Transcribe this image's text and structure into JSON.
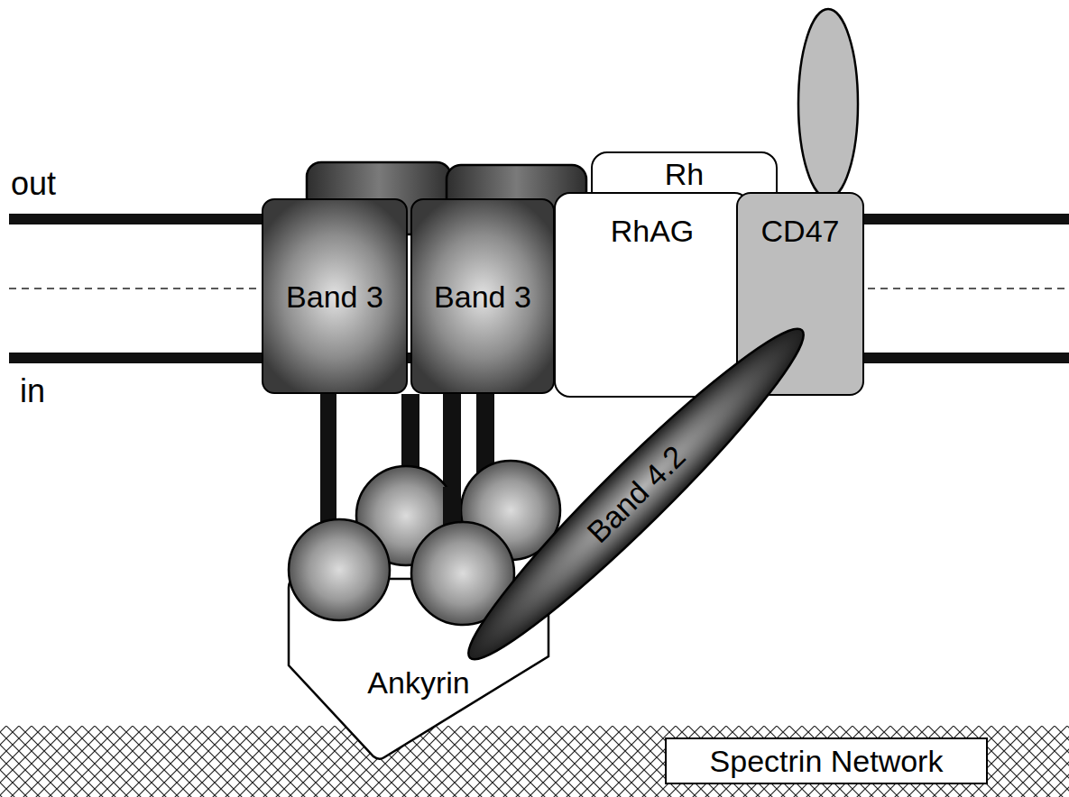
{
  "diagram": {
    "nodes": [
      {
        "text": [
          "Band 3"
        ]
      },
      {
        "text": [
          "Band 3"
        ]
      },
      {
        "text": [
          "Rh"
        ]
      },
      {
        "text": [
          "RhAG"
        ]
      },
      {
        "text": [
          "CD47"
        ]
      },
      {
        "text": [
          "Band 4.2"
        ]
      },
      {
        "text": [
          "Ankyrin"
        ]
      },
      {
        "text": [
          "Spectrin Network"
        ]
      }
    ],
    "labels": [
      "out",
      "in"
    ]
  }
}
